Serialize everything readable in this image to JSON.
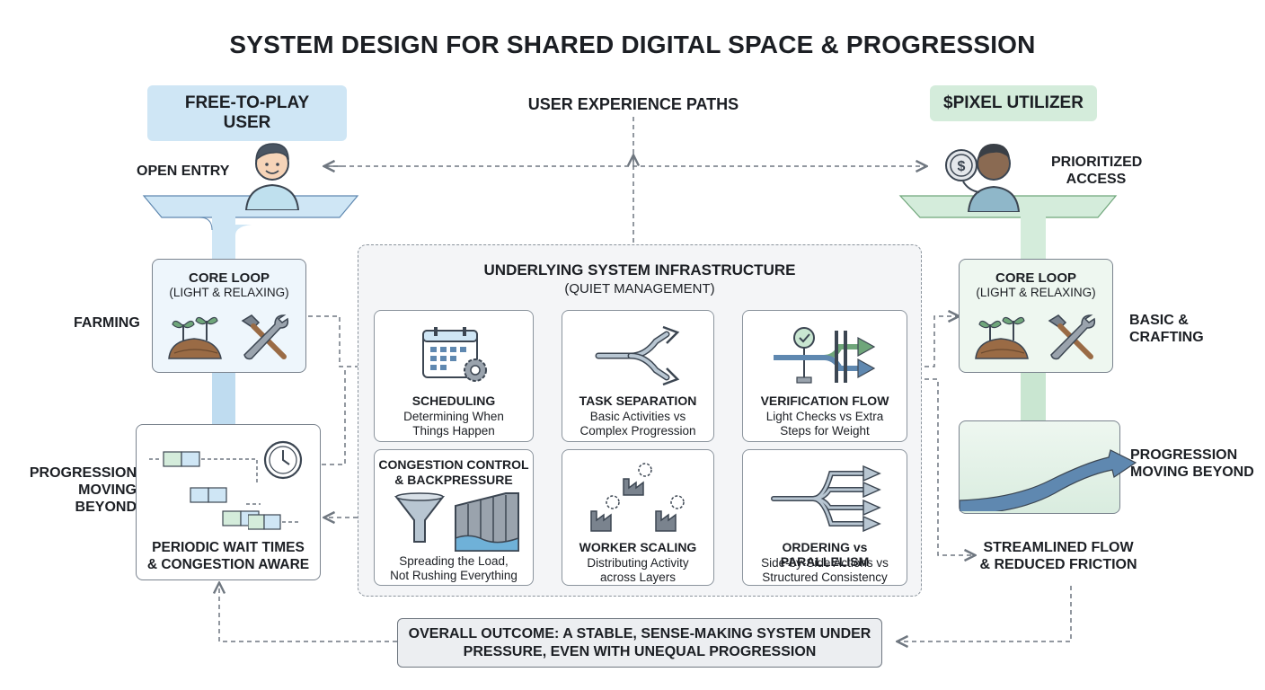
{
  "title": "SYSTEM DESIGN FOR SHARED DIGITAL SPACE & PROGRESSION",
  "ux_paths": "USER EXPERIENCE PATHS",
  "left": {
    "header": "FREE-TO-PLAY USER",
    "entry_label": "OPEN ENTRY",
    "farming_label": "FARMING",
    "progression_label_1": "PROGRESSION",
    "progression_label_2": "MOVING BEYOND",
    "core_loop_title": "CORE LOOP",
    "core_loop_sub": "(LIGHT & RELAXING)",
    "wait_title_1": "PERIODIC WAIT TIMES",
    "wait_title_2": "& CONGESTION AWARE"
  },
  "right": {
    "header": "$PIXEL UTILIZER",
    "access_label_1": "PRIORITIZED",
    "access_label_2": "ACCESS",
    "crafting_label_1": "BASIC &",
    "crafting_label_2": "CRAFTING",
    "core_loop_title": "CORE LOOP",
    "core_loop_sub": "(LIGHT & RELAXING)",
    "progression_label_1": "PROGRESSION",
    "progression_label_2": "MOVING BEYOND",
    "flow_label_1": "STREAMLINED FLOW",
    "flow_label_2": "& REDUCED FRICTION"
  },
  "infrastructure": {
    "title": "UNDERLYING SYSTEM INFRASTRUCTURE",
    "subtitle": "(QUIET MANAGEMENT)",
    "cards": [
      {
        "title": "SCHEDULING",
        "desc_1": "Determining When",
        "desc_2": "Things Happen"
      },
      {
        "title": "TASK SEPARATION",
        "desc_1": "Basic Activities vs",
        "desc_2": "Complex Progression"
      },
      {
        "title": "VERIFICATION FLOW",
        "desc_1": "Light Checks vs Extra",
        "desc_2": "Steps for Weight"
      },
      {
        "title_1": "CONGESTION CONTROL",
        "title_2": "& BACKPRESSURE",
        "desc_1": "Spreading the Load,",
        "desc_2": "Not Rushing Everything"
      },
      {
        "title": "WORKER SCALING",
        "desc_1": "Distributing Activity",
        "desc_2": "across Layers"
      },
      {
        "title": "ORDERING vs PARALLELISM",
        "desc_1": "Side-by-Side Actions vs",
        "desc_2": "Structured Consistency"
      }
    ]
  },
  "outcome": {
    "line_1": "OVERALL OUTCOME: A STABLE, SENSE-MAKING SYSTEM UNDER",
    "line_2": "PRESSURE, EVEN WITH UNEQUAL PROGRESSION"
  },
  "colors": {
    "blue_path": "#bfdcf0",
    "green_path": "#c9e6d1",
    "line": "#6f7780",
    "icon_dark": "#3c4652",
    "icon_blue": "#5f88b0",
    "icon_green": "#6fa67a"
  },
  "icons": [
    "user-avatar-icon",
    "coin-user-icon",
    "sprout-icon",
    "tools-icon",
    "clock-icon",
    "calendar-gear-icon",
    "split-arrow-icon",
    "verification-icon",
    "funnel-icon",
    "dam-icon",
    "factory-icon",
    "parallel-arrows-icon",
    "progression-curve-icon"
  ]
}
